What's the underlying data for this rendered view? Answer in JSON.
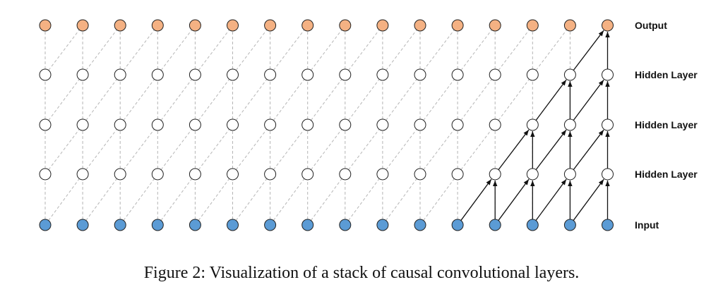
{
  "labels": {
    "output": "Output",
    "hidden_3": "Hidden Layer",
    "hidden_2": "Hidden Layer",
    "hidden_1": "Hidden Layer",
    "input": "Input"
  },
  "caption": "Figure 2: Visualization of a stack of causal convolutional layers.",
  "diagram": {
    "columns": 16,
    "layers": [
      "output",
      "hidden",
      "hidden",
      "hidden",
      "input"
    ],
    "colors": {
      "input_fill": "#5b9bd5",
      "output_fill": "#f4b183",
      "hidden_fill": "#ffffff",
      "node_stroke": "#222222",
      "dashed_line": "#b5b5b5",
      "arrow": "#111111"
    }
  }
}
